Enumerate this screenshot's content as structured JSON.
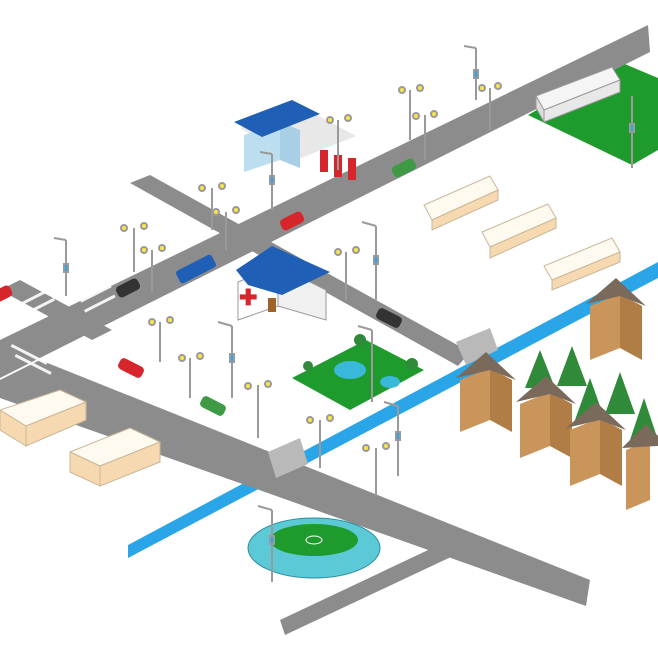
{
  "scene": {
    "type": "isometric-smart-city-illustration",
    "elements": [
      "roads",
      "river",
      "bridges",
      "gas-station",
      "clinic",
      "park",
      "warehouse",
      "low-buildings",
      "houses",
      "trees",
      "stadium",
      "street-lights",
      "cars"
    ]
  },
  "colors": {
    "road": "#8c8c8c",
    "road_edge": "#6f6f6f",
    "river": "#2aa6e8",
    "grass": "#1f9a2c",
    "park_water": "#39b8d9",
    "roof_blue": "#1f5fb6",
    "building_top": "#fffaf0",
    "building_side": "#f6d9b0",
    "house_wall": "#c9955a",
    "house_roof": "#7a6a5c",
    "tree": "#2f8a3a",
    "stadium": "#5cc9d6",
    "car_red": "#d6262b",
    "car_green": "#3f9a45",
    "car_dark": "#333333",
    "lamp_glow": "#f6e646",
    "pole": "#9a9a9a"
  },
  "cars": [
    {
      "color": "red"
    },
    {
      "color": "red"
    },
    {
      "color": "red"
    },
    {
      "color": "green"
    },
    {
      "color": "green"
    },
    {
      "color": "dark"
    },
    {
      "color": "dark"
    },
    {
      "color": "blue-truck"
    }
  ],
  "clinic": {
    "symbol": "✚"
  }
}
